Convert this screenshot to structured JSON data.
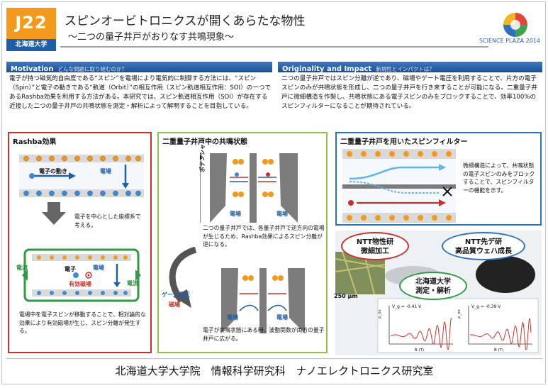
{
  "header": {
    "id": "J22",
    "university_tag": "北海道大学",
    "title": "スピンオービトロニクスが開くあらたな物性",
    "subtitle": "〜二つの量子井戸がおりなす共鳴現象〜",
    "logo_text": "SCIENCE PLAZA 2014"
  },
  "motivation": {
    "heading": "Motivation",
    "heading_sub": "どんな問題に取り組むのか？",
    "text": "電子が持つ磁気的自由度である“スピン”を電場により電気的に制御する方法には、“スピン（Spin）”と電子の動きである“軌道（Orbit）”の相互作用（スピン軌道相互作用：SOI）の一つであるRashba効果を利用する方法がある。本研究では、スピン軌道相互作用（SOI）が存在する近接した二つの量子井戸の共鳴状態を測定・解析によって解明することを目指している。"
  },
  "originality": {
    "heading": "Originality and Impact",
    "heading_sub": "新規性とインパクトは？",
    "text": "二つの量子井戸ではスピン分離が逆であり、磁場やゲート電圧を利用することで、片方の電子スピンのみが共鳴状態を形成し、二つの量子井戸を行き来することが可能になる。二重量子井戸に微細構造を作製し、共鳴状態にある電子スピンのみをブロックすることで、効率100%のスピンフィルターになることが期待されている。"
  },
  "rashba": {
    "title": "Rashba効果",
    "label_motion": "電子の動き",
    "label_field": "電場",
    "caption1": "電子を中心とした座標系で考える。",
    "label_current": "電流",
    "label_electron": "電子",
    "label_field2": "電場",
    "label_effective": "有効磁場",
    "caption2": "電場中を電子スピンが移動することで、相対論的な効果により有効磁場が生じ、スピン分離が発生する。"
  },
  "dqw": {
    "title": "二重量子井戸中の共鳴状態",
    "label_potential": "ポテンシャル",
    "label_field": "電場",
    "caption1": "二つの量子井戸では、各量子井戸で逆方向の電場が生じるため、Rashba効果によるスピン分離が逆になる。",
    "label_gate": "ゲート電圧",
    "label_mag": "磁場",
    "caption2": "電子が共鳴状態にある時、波動関数が両方の量子井戸に広がる。"
  },
  "filter": {
    "title": "二重量子井戸を用いたスピンフィルター",
    "caption": "微細構造によって、共鳴状態の電子スピンのみをブロックすることで、スピンフィルターの機能を示す。"
  },
  "collab": {
    "ntt_basic": "NTT物性研\n微細加工",
    "ntt_adv": "NTT先デ研\n高品質ウェハ成長",
    "hokudai": "北海道大学\n測定・解析",
    "scale": "250 μm",
    "plot1_label": "V_g = -0.41 V",
    "plot2_label": "V_g = -0.39 V",
    "axis_x": "B (T)",
    "axis_y": "ρ_xx"
  },
  "footer": "北海道大学大学院　情報科学研究科　ナノエレクトロニクス研究室",
  "colors": {
    "accent_orange": "#f39a1e",
    "brand_blue": "#1f5fa8",
    "box_red": "#c9322a",
    "box_green": "#8fc34a"
  }
}
